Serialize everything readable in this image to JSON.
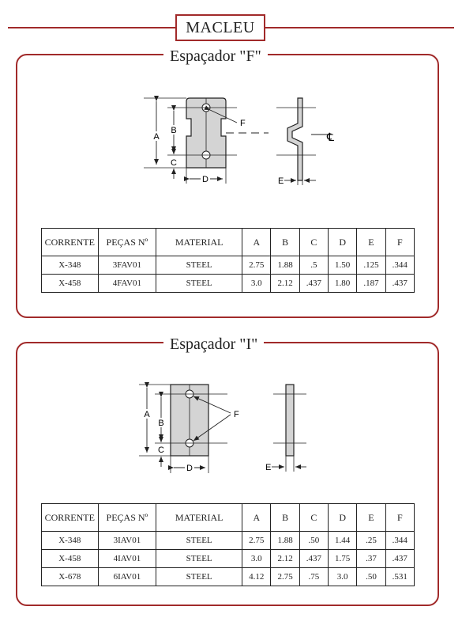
{
  "header": {
    "brand": "MACLEU"
  },
  "columns": [
    "CORRENTE",
    "PEÇAS Nº",
    "MATERIAL",
    "A",
    "B",
    "C",
    "D",
    "E",
    "F"
  ],
  "sections": [
    {
      "title": "Espaçador \"F\"",
      "labels": {
        "a": "A",
        "b": "B",
        "c": "C",
        "d": "D",
        "e": "E",
        "f": "F",
        "cl": "℄"
      },
      "rows": [
        [
          "X-348",
          "3FAV01",
          "STEEL",
          "2.75",
          "1.88",
          ".5",
          "1.50",
          ".125",
          ".344"
        ],
        [
          "X-458",
          "4FAV01",
          "STEEL",
          "3.0",
          "2.12",
          ".437",
          "1.80",
          ".187",
          ".437"
        ]
      ]
    },
    {
      "title": "Espaçador \"I\"",
      "labels": {
        "a": "A",
        "b": "B",
        "c": "C",
        "d": "D",
        "e": "E",
        "f": "F"
      },
      "rows": [
        [
          "X-348",
          "3IAV01",
          "STEEL",
          "2.75",
          "1.88",
          ".50",
          "1.44",
          ".25",
          ".344"
        ],
        [
          "X-458",
          "4IAV01",
          "STEEL",
          "3.0",
          "2.12",
          ".437",
          "1.75",
          ".37",
          ".437"
        ],
        [
          "X-678",
          "6IAV01",
          "STEEL",
          "4.12",
          "2.75",
          ".75",
          "3.0",
          ".50",
          ".531"
        ]
      ]
    }
  ],
  "colors": {
    "accent": "#a12a2a",
    "part_fill": "#d4d4d4",
    "line": "#222222"
  }
}
